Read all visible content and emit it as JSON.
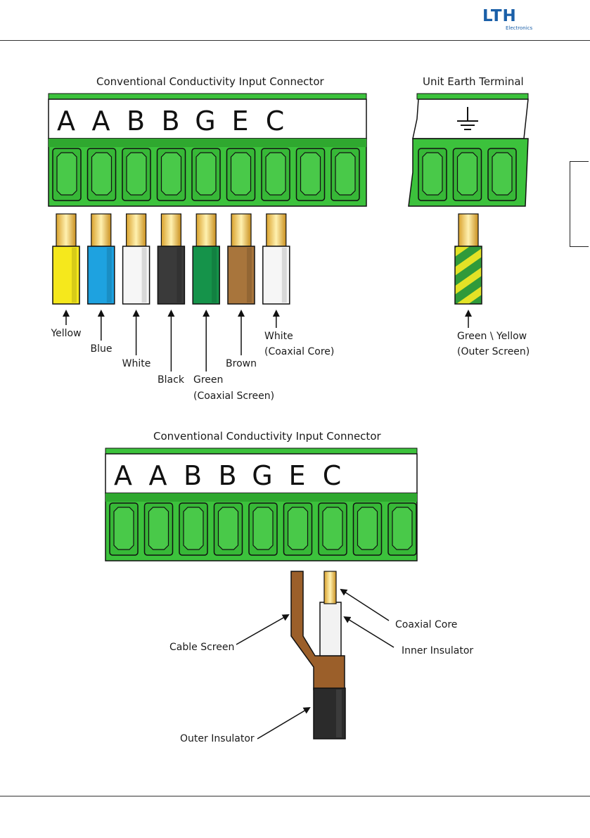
{
  "header": {
    "logo_main": "LTH",
    "logo_sub": "Electronics"
  },
  "top_connector": {
    "title": "Conventional Conductivity Input Connector",
    "pin_letters": [
      "A",
      "A",
      "B",
      "B",
      "G",
      "E",
      "C"
    ],
    "slot_count": 9
  },
  "earth_terminal": {
    "title": "Unit Earth Terminal",
    "symbol": "earth-ground-icon",
    "wire_label_1": "Green \\ Yellow",
    "wire_label_2": "(Outer Screen)"
  },
  "wires": [
    {
      "label": "Yellow",
      "color": "#f5e81c"
    },
    {
      "label": "Blue",
      "color": "#1ea2e0"
    },
    {
      "label": "White",
      "color": "#f6f6f6"
    },
    {
      "label": "Black",
      "color": "#3a3a3a"
    },
    {
      "label": "Green",
      "sublabel": "(Coaxial Screen)",
      "color": "#15934a"
    },
    {
      "label": "Brown",
      "color": "#a8753c"
    },
    {
      "label": "White",
      "sublabel": "(Coaxial Core)",
      "color": "#f6f6f6"
    }
  ],
  "bottom_connector": {
    "title": "Conventional Conductivity Input Connector",
    "pin_letters": [
      "A",
      "A",
      "B",
      "B",
      "G",
      "E",
      "C"
    ],
    "slot_count": 9
  },
  "cable": {
    "labels": {
      "coaxial_core": "Coaxial Core",
      "inner_insulator": "Inner Insulator",
      "cable_screen": "Cable Screen",
      "outer_insulator": "Outer Insulator"
    },
    "colors": {
      "screen": "#9b5f2a",
      "outer": "#2b2b2b",
      "inner": "#f2f2f2"
    }
  },
  "colors": {
    "terminal_green": "#3cc23c",
    "terminal_dark": "#1f7a1f",
    "gold": "#f0c44a"
  }
}
